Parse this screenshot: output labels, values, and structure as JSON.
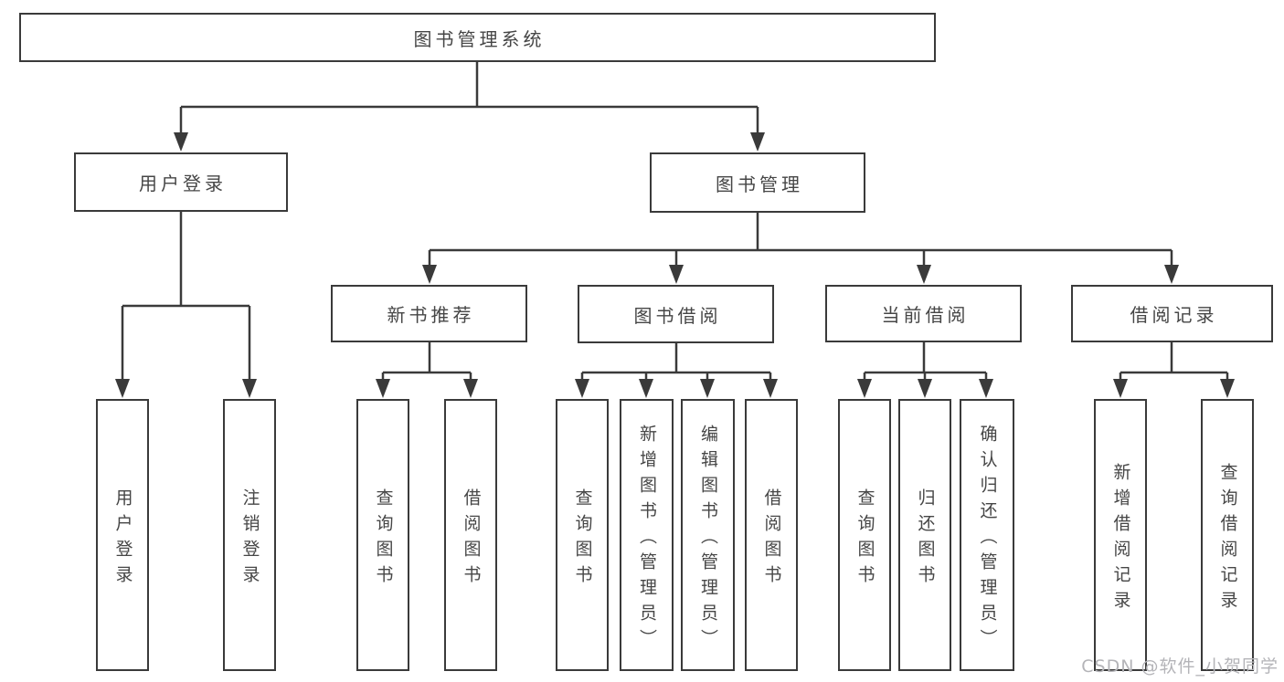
{
  "tree": {
    "label": "图书管理系统",
    "children": [
      {
        "label": "用户登录",
        "children": [
          {
            "label": "用户登录"
          },
          {
            "label": "注销登录"
          }
        ]
      },
      {
        "label": "图书管理",
        "children": [
          {
            "label": "新书推荐",
            "children": [
              {
                "label": "查询图书"
              },
              {
                "label": "借阅图书"
              }
            ]
          },
          {
            "label": "图书借阅",
            "children": [
              {
                "label": "查询图书"
              },
              {
                "label": "新增图书（管理员）"
              },
              {
                "label": "编辑图书（管理员）"
              },
              {
                "label": "借阅图书"
              }
            ]
          },
          {
            "label": "当前借阅",
            "children": [
              {
                "label": "查询图书"
              },
              {
                "label": "归还图书"
              },
              {
                "label": "确认归还（管理员）"
              }
            ]
          },
          {
            "label": "借阅记录",
            "children": [
              {
                "label": "新增借阅记录"
              },
              {
                "label": "查询借阅记录"
              }
            ]
          }
        ]
      }
    ]
  },
  "watermark": {
    "text": "CSDN @软件_小贺同学"
  },
  "colors": {
    "line": "#3a3a3a",
    "text": "#464646",
    "background": "#ffffff",
    "watermark": "#b4b4b8"
  }
}
